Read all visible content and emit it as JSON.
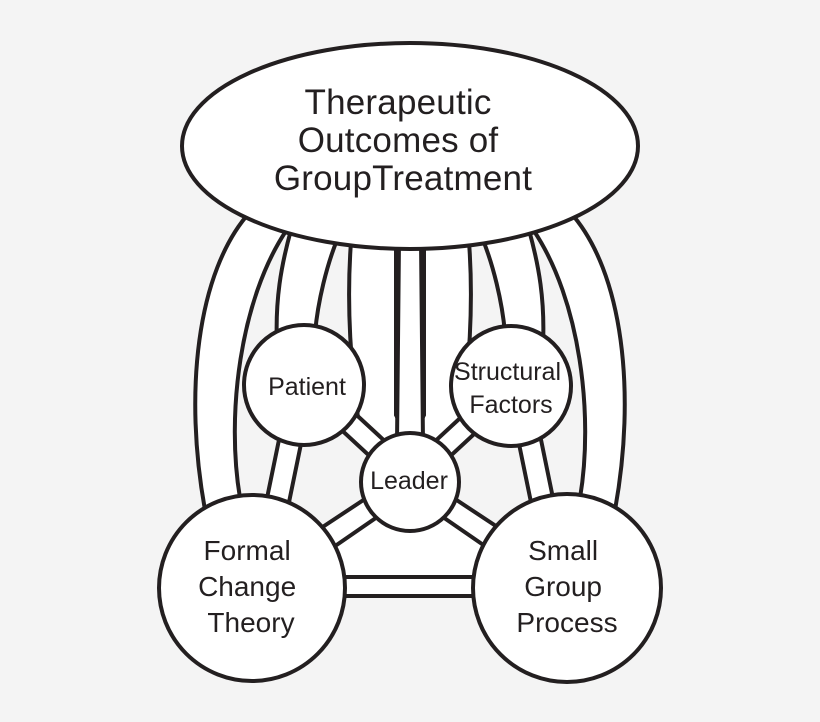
{
  "figure": {
    "title_lines": [
      "Therapeutic",
      "Outcomes of",
      "GroupTreatment"
    ]
  },
  "nodes": {
    "outcomes": {
      "label": "Therapeutic Outcomes of GroupTreatment"
    },
    "patient": {
      "lines": [
        "Patient"
      ]
    },
    "structural_factors": {
      "lines": [
        "Structural",
        "Factors"
      ]
    },
    "leader": {
      "lines": [
        "Leader"
      ]
    },
    "formal_change_theory": {
      "lines": [
        "Formal",
        "Change",
        "Theory"
      ]
    },
    "small_group_process": {
      "lines": [
        "Small",
        "Group",
        "Process"
      ]
    }
  },
  "connections": [
    {
      "from": "outcomes",
      "to": "formal_change_theory"
    },
    {
      "from": "outcomes",
      "to": "patient"
    },
    {
      "from": "outcomes",
      "to": "leader"
    },
    {
      "from": "outcomes",
      "to": "structural_factors"
    },
    {
      "from": "outcomes",
      "to": "small_group_process"
    },
    {
      "from": "patient",
      "to": "leader"
    },
    {
      "from": "structural_factors",
      "to": "leader"
    },
    {
      "from": "patient",
      "to": "formal_change_theory"
    },
    {
      "from": "structural_factors",
      "to": "small_group_process"
    },
    {
      "from": "leader",
      "to": "formal_change_theory"
    },
    {
      "from": "leader",
      "to": "small_group_process"
    },
    {
      "from": "formal_change_theory",
      "to": "small_group_process"
    }
  ],
  "colors": {
    "ink": "#231f20",
    "shape_fill": "#ffffff",
    "background": "#f4f4f4"
  }
}
